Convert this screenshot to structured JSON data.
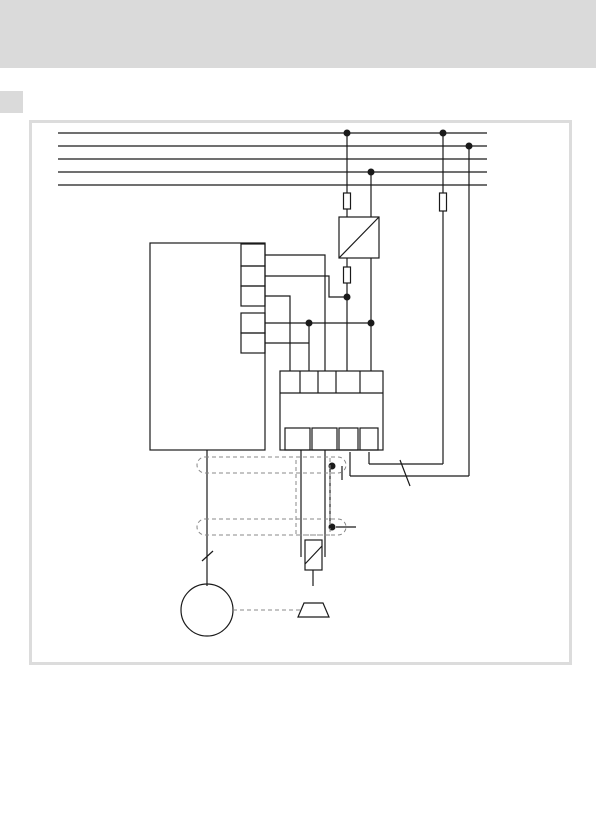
{
  "page": {
    "header_band_color": "#dadada",
    "frame_border_color": "#dcdcdc",
    "line_color": "#1a1a1a",
    "dashed_color": "#888888"
  },
  "diagram": {
    "supply_bus_lines": 5,
    "controller_terminals_upper": 3,
    "controller_terminals_lower": 2,
    "module_top_terminals": 5,
    "module_bottom_terminals": 4
  }
}
